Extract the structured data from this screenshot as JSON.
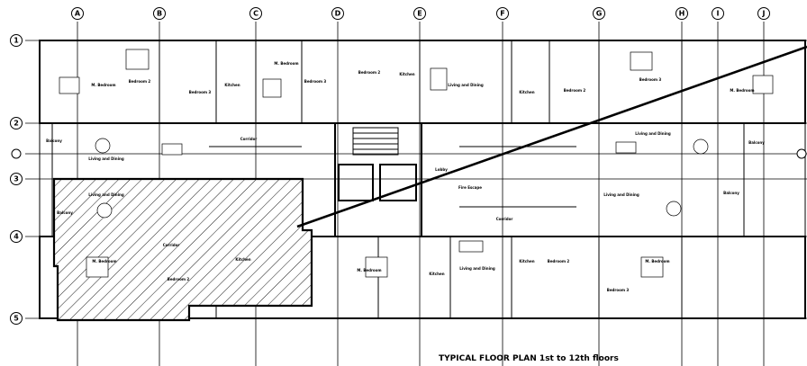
{
  "title": "TYPICAL FLOOR PLAN 1st to 12th floors",
  "grid_columns": [
    "A",
    "B",
    "C",
    "D",
    "E",
    "F",
    "G",
    "H",
    "I",
    "J"
  ],
  "grid_rows": [
    "1",
    "2",
    "3",
    "4",
    "5"
  ],
  "rooms": [
    "M. Bedroom",
    "Bedroom 2",
    "Bedroom 3",
    "Kitchen",
    "M. Bedroom",
    "Bedroom 3",
    "Bedroom 2",
    "Kitchen",
    "Living and Dining",
    "Kitchen",
    "Bedroom 2",
    "Bedroom 3",
    "M. Bedroom",
    "Balcony",
    "Living and Dining",
    "Corridor",
    "Living and Dining",
    "Balcony",
    "Lobby",
    "Fire Escape",
    "Corridor",
    "Balcony",
    "Living and Dining",
    "Living and Dining",
    "Balcony",
    "M. Bedroom",
    "Corridor",
    "Bedroom 2",
    "Kitchen",
    "M. Bedroom",
    "Kitchen",
    "Living and Dining",
    "Kitchen",
    "Bedroom 2",
    "M. Bedroom",
    "Bedroom 3"
  ]
}
